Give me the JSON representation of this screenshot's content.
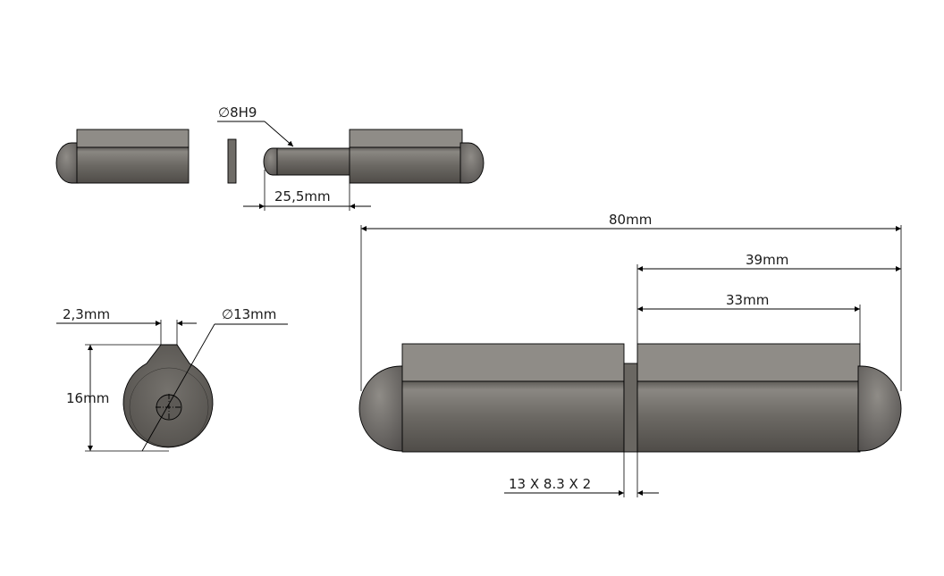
{
  "diagram": {
    "views": {
      "exploded": {
        "pin_diameter_label": "∅8H9",
        "pin_length_label": "25,5mm"
      },
      "end_view": {
        "wall_thickness_label": "2,3mm",
        "barrel_diameter_label": "∅13mm",
        "height_label": "16mm"
      },
      "assembled": {
        "total_length_label": "80mm",
        "right_section_label": "39mm",
        "right_barrel_label": "33mm",
        "washer_label": "13 X 8.3 X 2"
      }
    },
    "colors": {
      "body": "#6e6b66",
      "flat": "#8f8c87",
      "line": "#000000"
    }
  }
}
